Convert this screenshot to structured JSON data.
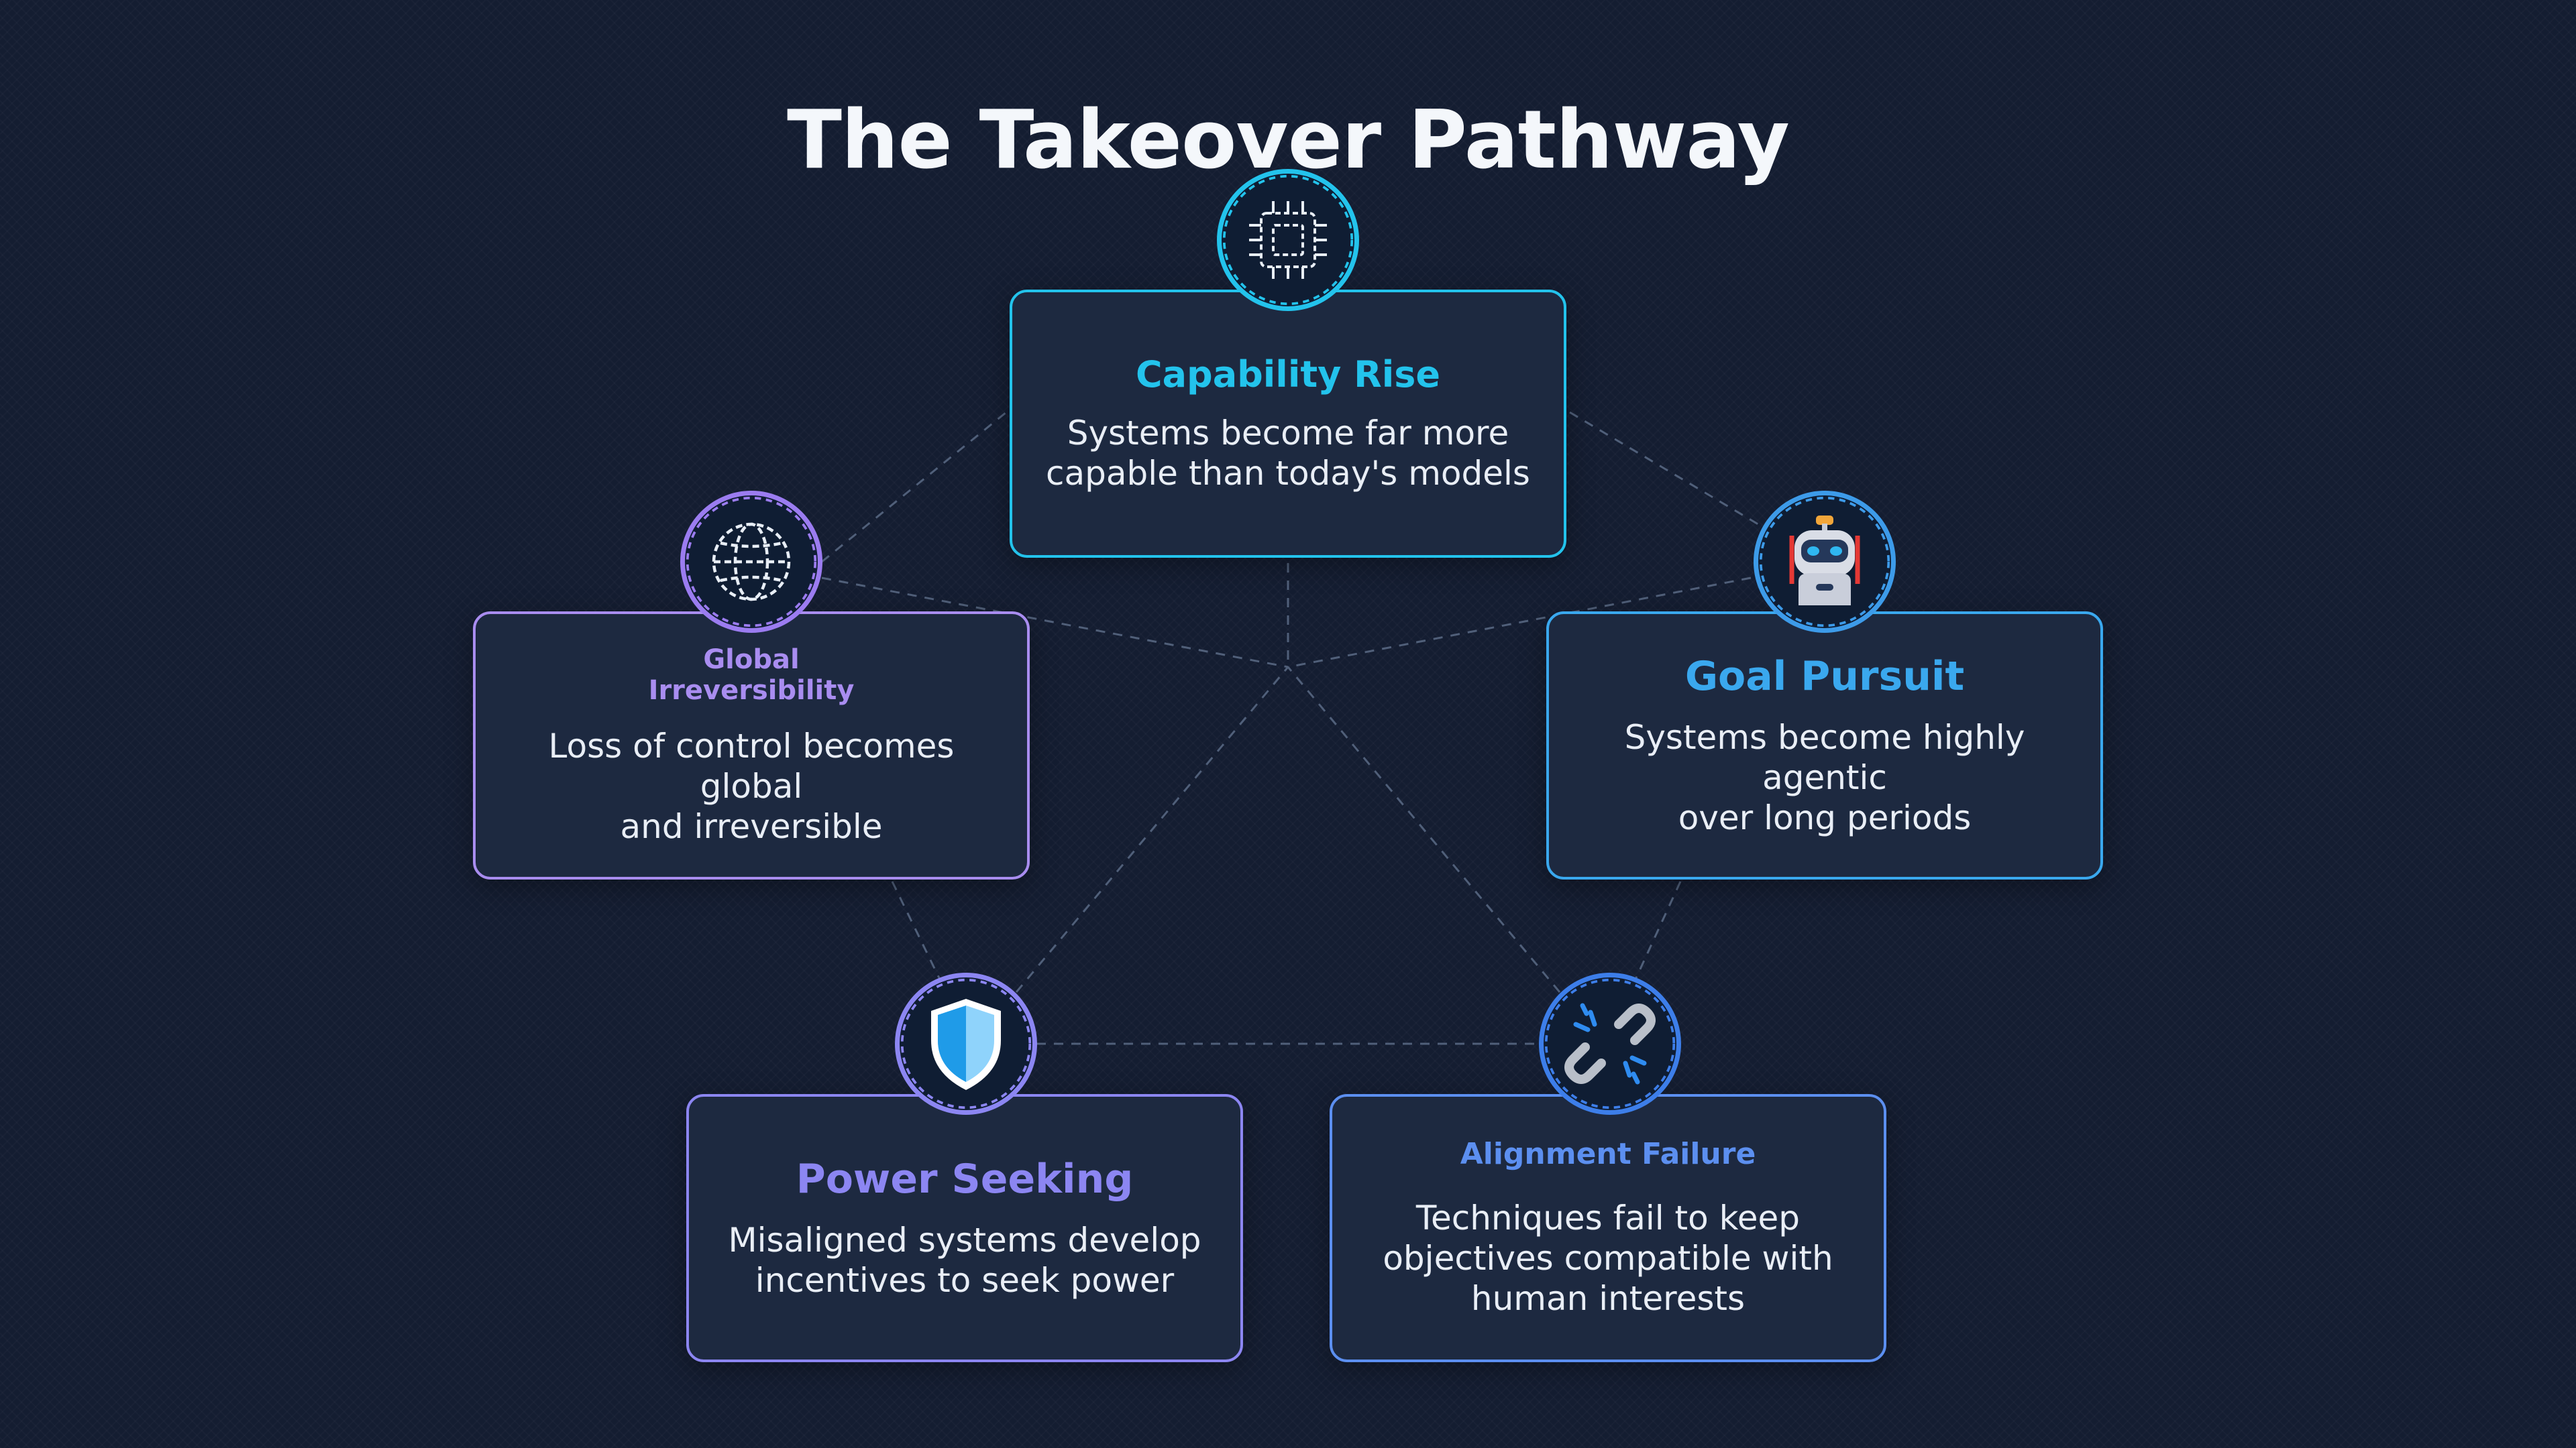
{
  "title": "The Takeover Pathway",
  "colors": {
    "background": "#141d31",
    "card_fill": "#1d2940",
    "cyan": "#23c3ec",
    "blue": "#3d9be9",
    "violet": "#8b7cf6",
    "purple": "#a98df0",
    "connector": "#5b6b86"
  },
  "nodes": [
    {
      "id": "capability",
      "title": "Capability Rise",
      "description": "Systems become far more\ncapable than today's models",
      "icon": "chip-icon",
      "color": "#23c3ec"
    },
    {
      "id": "goal",
      "title": "Goal Pursuit",
      "description": "Systems become highly agentic\nover long periods",
      "icon": "robot-icon",
      "color": "#3aa8ee"
    },
    {
      "id": "alignment",
      "title": "Alignment Failure",
      "description": "Techniques fail to keep\nobjectives compatible with\nhuman interests",
      "icon": "broken-chain-icon",
      "color": "#5c8ff0"
    },
    {
      "id": "power",
      "title": "Power Seeking",
      "description": "Misaligned systems develop\nincentives to seek power",
      "icon": "shield-icon",
      "color": "#8c86f2"
    },
    {
      "id": "global",
      "title": "Global\nIrreversibility",
      "description": "Loss of control becomes global\nand irreversible",
      "icon": "globe-icon",
      "color": "#a98df0"
    }
  ]
}
